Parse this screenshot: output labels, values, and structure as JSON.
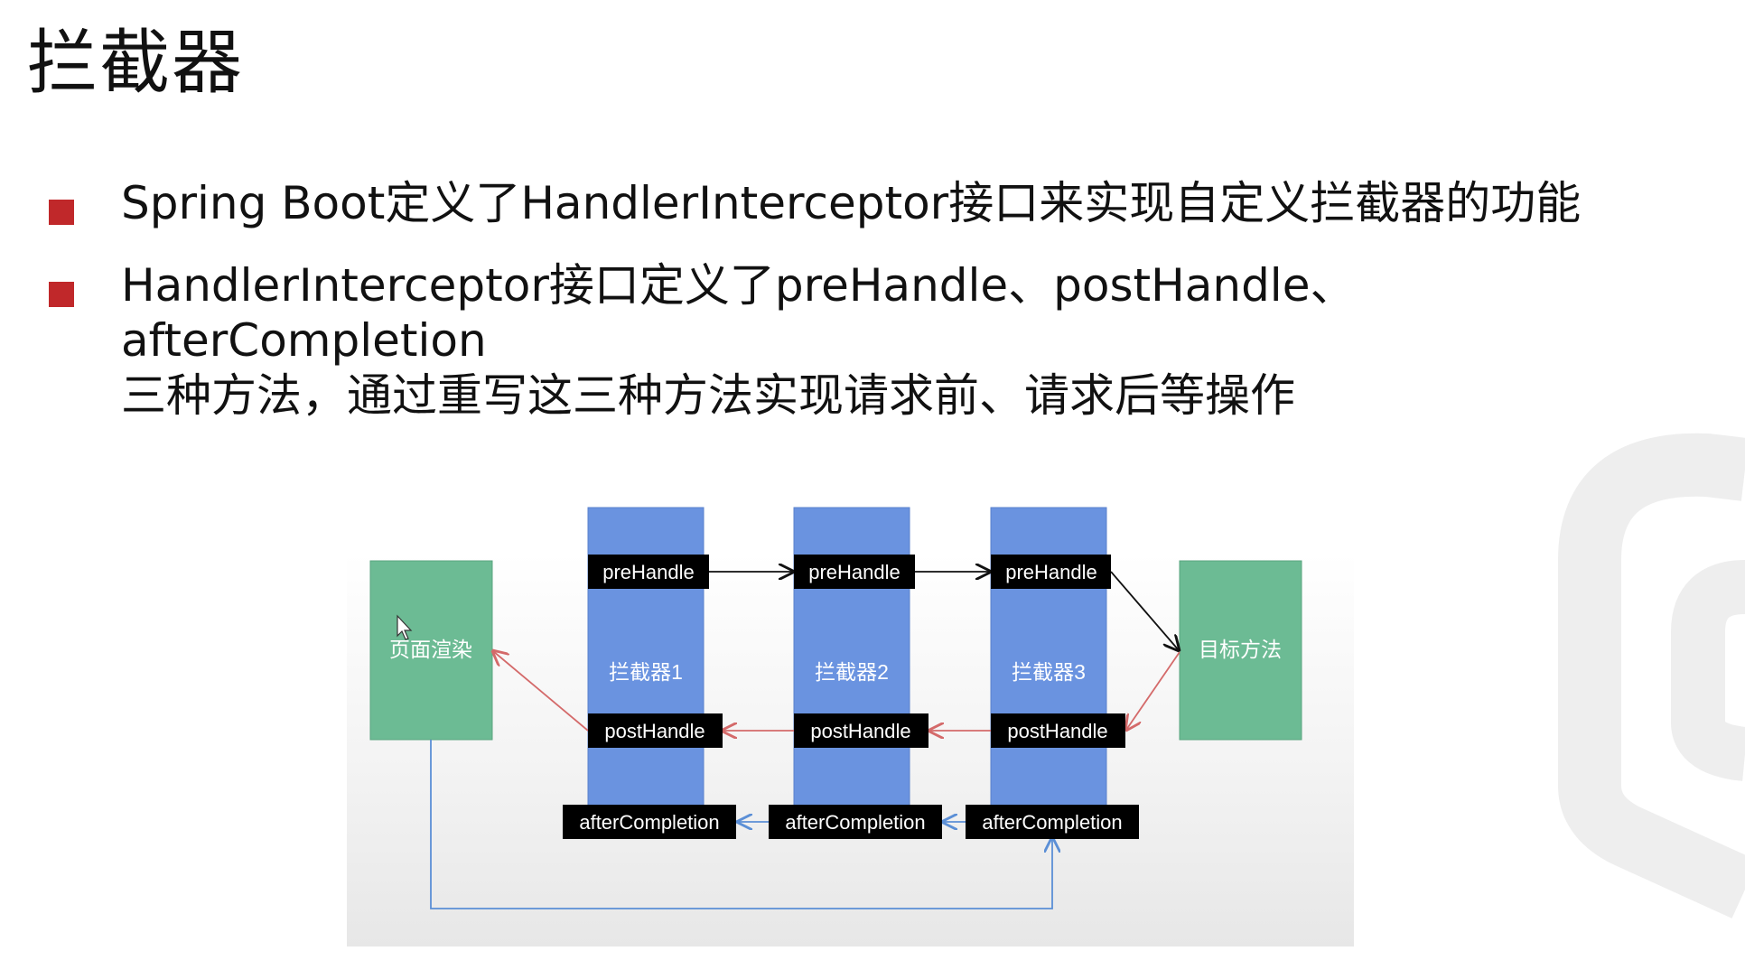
{
  "slide": {
    "title": "拦截器",
    "bullets": [
      {
        "text": "Spring Boot定义了HandlerInterceptor接口来实现自定义拦截器的功能"
      },
      {
        "text": "HandlerInterceptor接口定义了preHandle、postHandle、afterCompletion",
        "text2": "三种方法，通过重写这三种方法实现请求前、请求后等操作"
      }
    ]
  },
  "diagram": {
    "page_render_label": "页面渲染",
    "target_method_label": "目标方法",
    "interceptors": [
      {
        "label": "拦截器1",
        "pre": "preHandle",
        "post": "postHandle",
        "after": "afterCompletion"
      },
      {
        "label": "拦截器2",
        "pre": "preHandle",
        "post": "postHandle",
        "after": "afterCompletion"
      },
      {
        "label": "拦截器3",
        "pre": "preHandle",
        "post": "postHandle",
        "after": "afterCompletion"
      }
    ],
    "colors": {
      "interceptor_fill": "#6a93e0",
      "endpoint_fill": "#6cbb94",
      "tag_fill": "#000000",
      "pre_arrow": "#111111",
      "post_arrow": "#d46a6a",
      "after_arrow": "#5b8fd6",
      "bullet_marker": "#c0282a"
    }
  }
}
